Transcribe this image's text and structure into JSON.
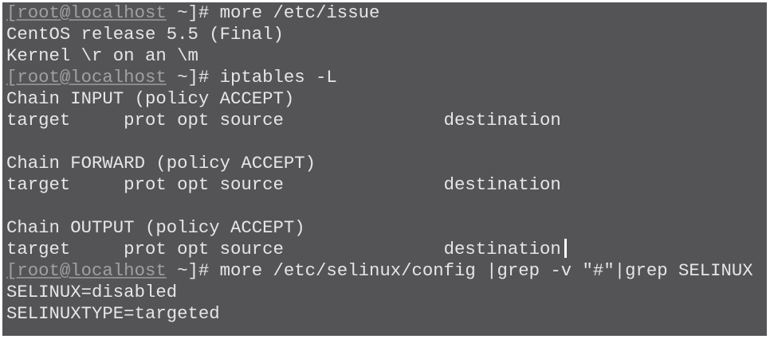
{
  "terminal": {
    "prompt_user_host": "[root@localhost",
    "prompt_suffix": " ~]# ",
    "lines": [
      {
        "type": "cmd",
        "text": "more /etc/issue"
      },
      {
        "type": "out",
        "text": "CentOS release 5.5 (Final)"
      },
      {
        "type": "out",
        "text": "Kernel \\r on an \\m"
      },
      {
        "type": "cmd",
        "text": "iptables -L"
      },
      {
        "type": "out",
        "text": "Chain INPUT (policy ACCEPT)"
      },
      {
        "type": "out",
        "text": "target     prot opt source               destination"
      },
      {
        "type": "out",
        "text": ""
      },
      {
        "type": "out",
        "text": "Chain FORWARD (policy ACCEPT)"
      },
      {
        "type": "out",
        "text": "target     prot opt source               destination"
      },
      {
        "type": "out",
        "text": ""
      },
      {
        "type": "out",
        "text": "Chain OUTPUT (policy ACCEPT)"
      },
      {
        "type": "out",
        "text": "target     prot opt source               destination"
      },
      {
        "type": "cmd",
        "text": "more /etc/selinux/config |grep -v \"#\"|grep SELINUX"
      },
      {
        "type": "out",
        "text": "SELINUX=disabled"
      },
      {
        "type": "out",
        "text": "SELINUXTYPE=targeted"
      }
    ]
  }
}
